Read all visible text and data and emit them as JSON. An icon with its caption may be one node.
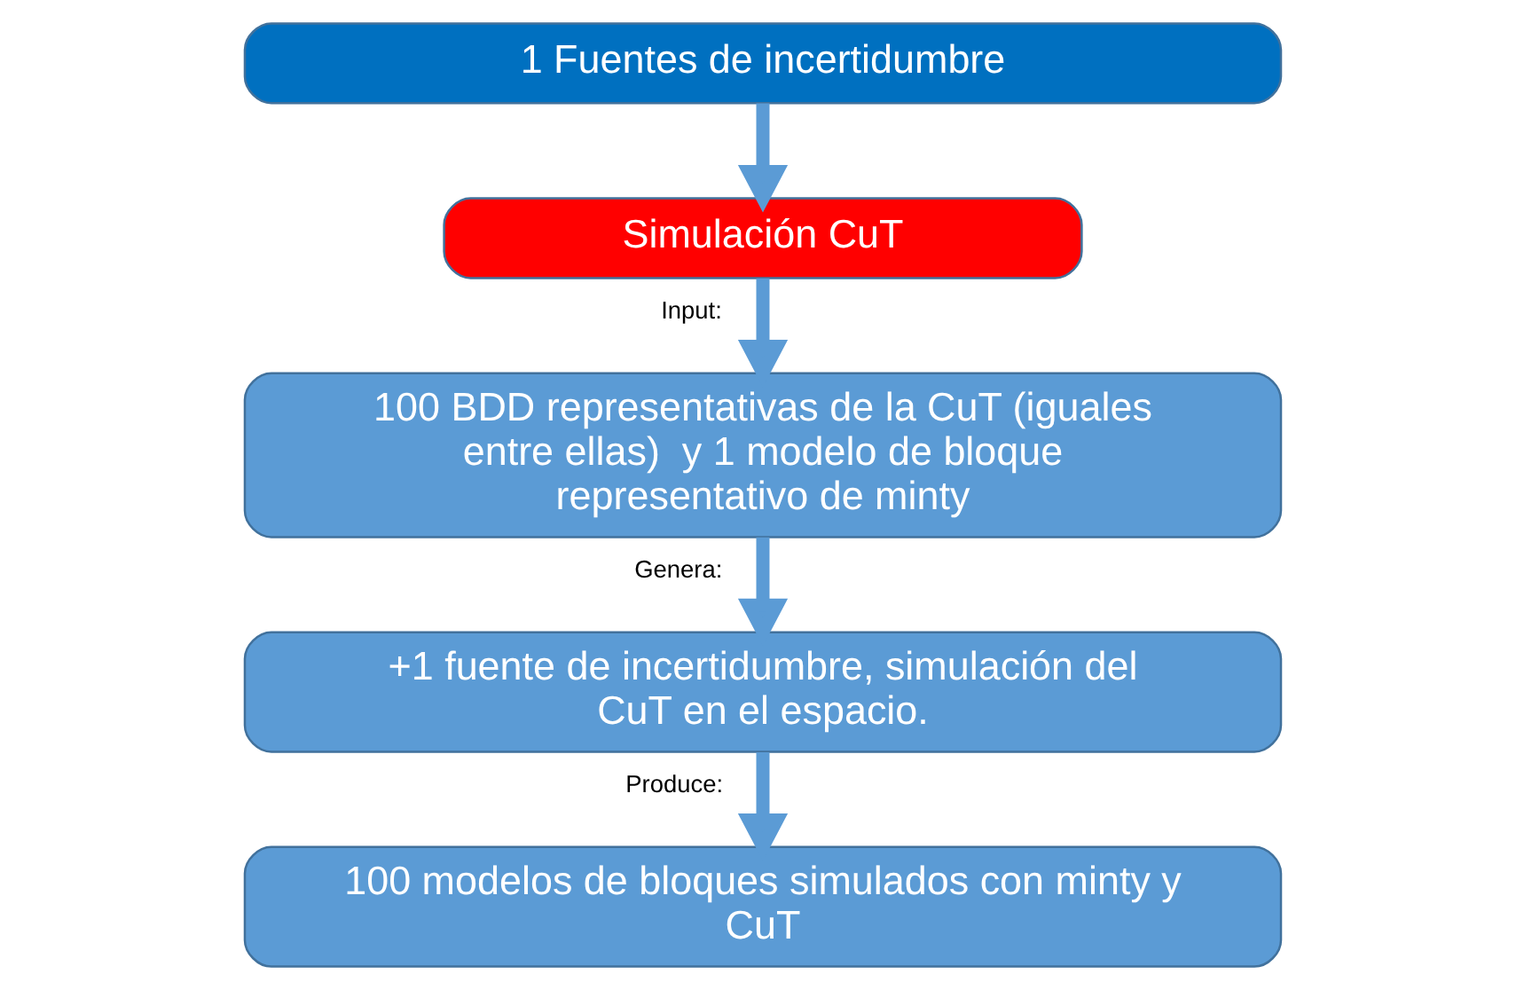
{
  "diagram": {
    "nodes": [
      {
        "text": [
          "1 Fuentes de incertidumbre"
        ]
      },
      {
        "text": [
          "Simulación CuT"
        ]
      },
      {
        "text": [
          "100 BDD representativas de la CuT (iguales entre ellas)  y 1 modelo de bloque representativo de minty"
        ]
      },
      {
        "text": [
          "+1 fuente de incertidumbre, simulación del CuT en el espacio."
        ]
      },
      {
        "text": [
          "100 modelos de bloques simulados con minty y CuT"
        ]
      }
    ],
    "edges": [
      {
        "from": 0,
        "to": 1,
        "arrow": "to"
      },
      {
        "from": 1,
        "to": 2,
        "arrow": "to",
        "label": "Input:"
      },
      {
        "from": 2,
        "to": 3,
        "arrow": "to",
        "label": "Genera:"
      },
      {
        "from": 3,
        "to": 4,
        "arrow": "to",
        "label": "Produce:"
      }
    ]
  }
}
